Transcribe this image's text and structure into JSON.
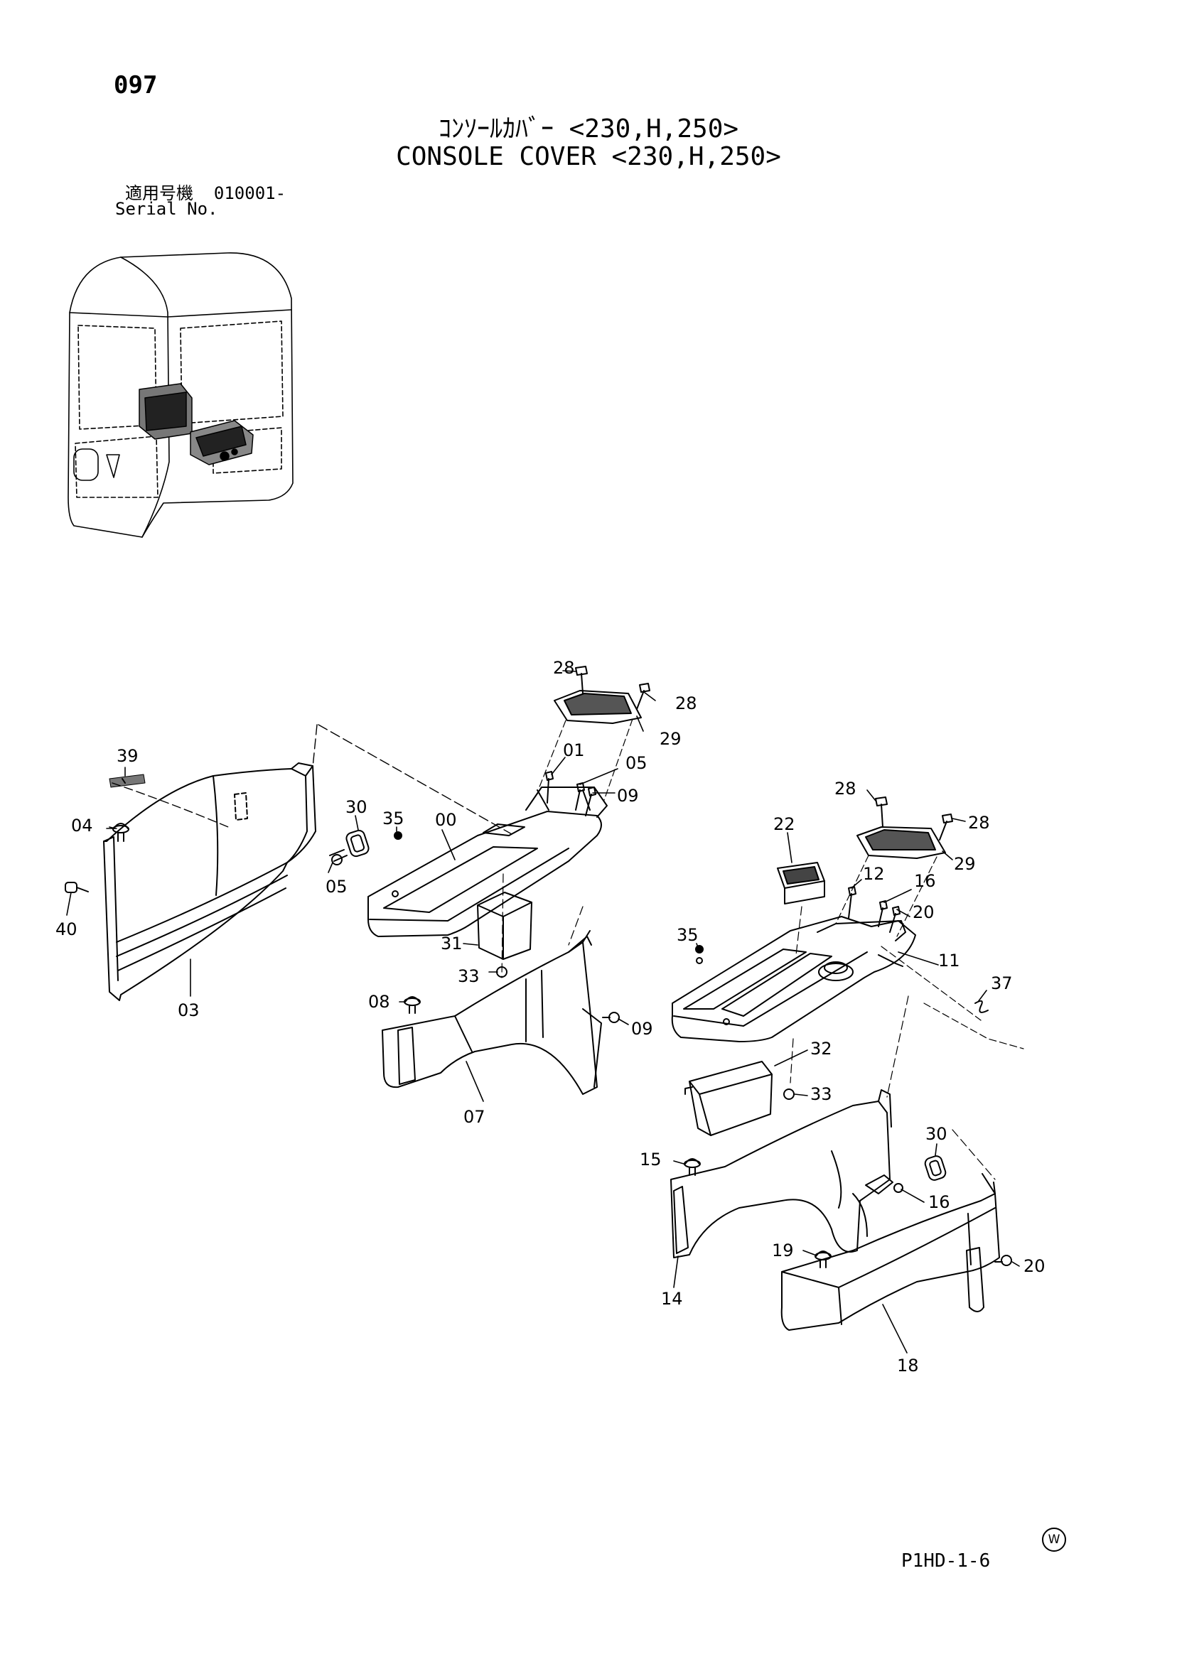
{
  "page_number": "097",
  "title_jp": "ｺﾝｿｰﾙｶﾊﾞｰ <230,H,250>",
  "title_en": "CONSOLE COVER <230,H,250>",
  "serial": {
    "label_jp": "適用号機",
    "number": "010001-",
    "label_en": "Serial No."
  },
  "footer_code": "P1HD-1-6",
  "watermark_symbol": "W",
  "part_labels": [
    "28",
    "28",
    "29",
    "01",
    "05",
    "09",
    "39",
    "30",
    "35",
    "00",
    "04",
    "05",
    "40",
    "03",
    "31",
    "33",
    "08",
    "09",
    "07",
    "28",
    "28",
    "29",
    "22",
    "12",
    "16",
    "20",
    "35",
    "11",
    "37",
    "32",
    "33",
    "30",
    "15",
    "16",
    "19",
    "20",
    "14",
    "18"
  ]
}
